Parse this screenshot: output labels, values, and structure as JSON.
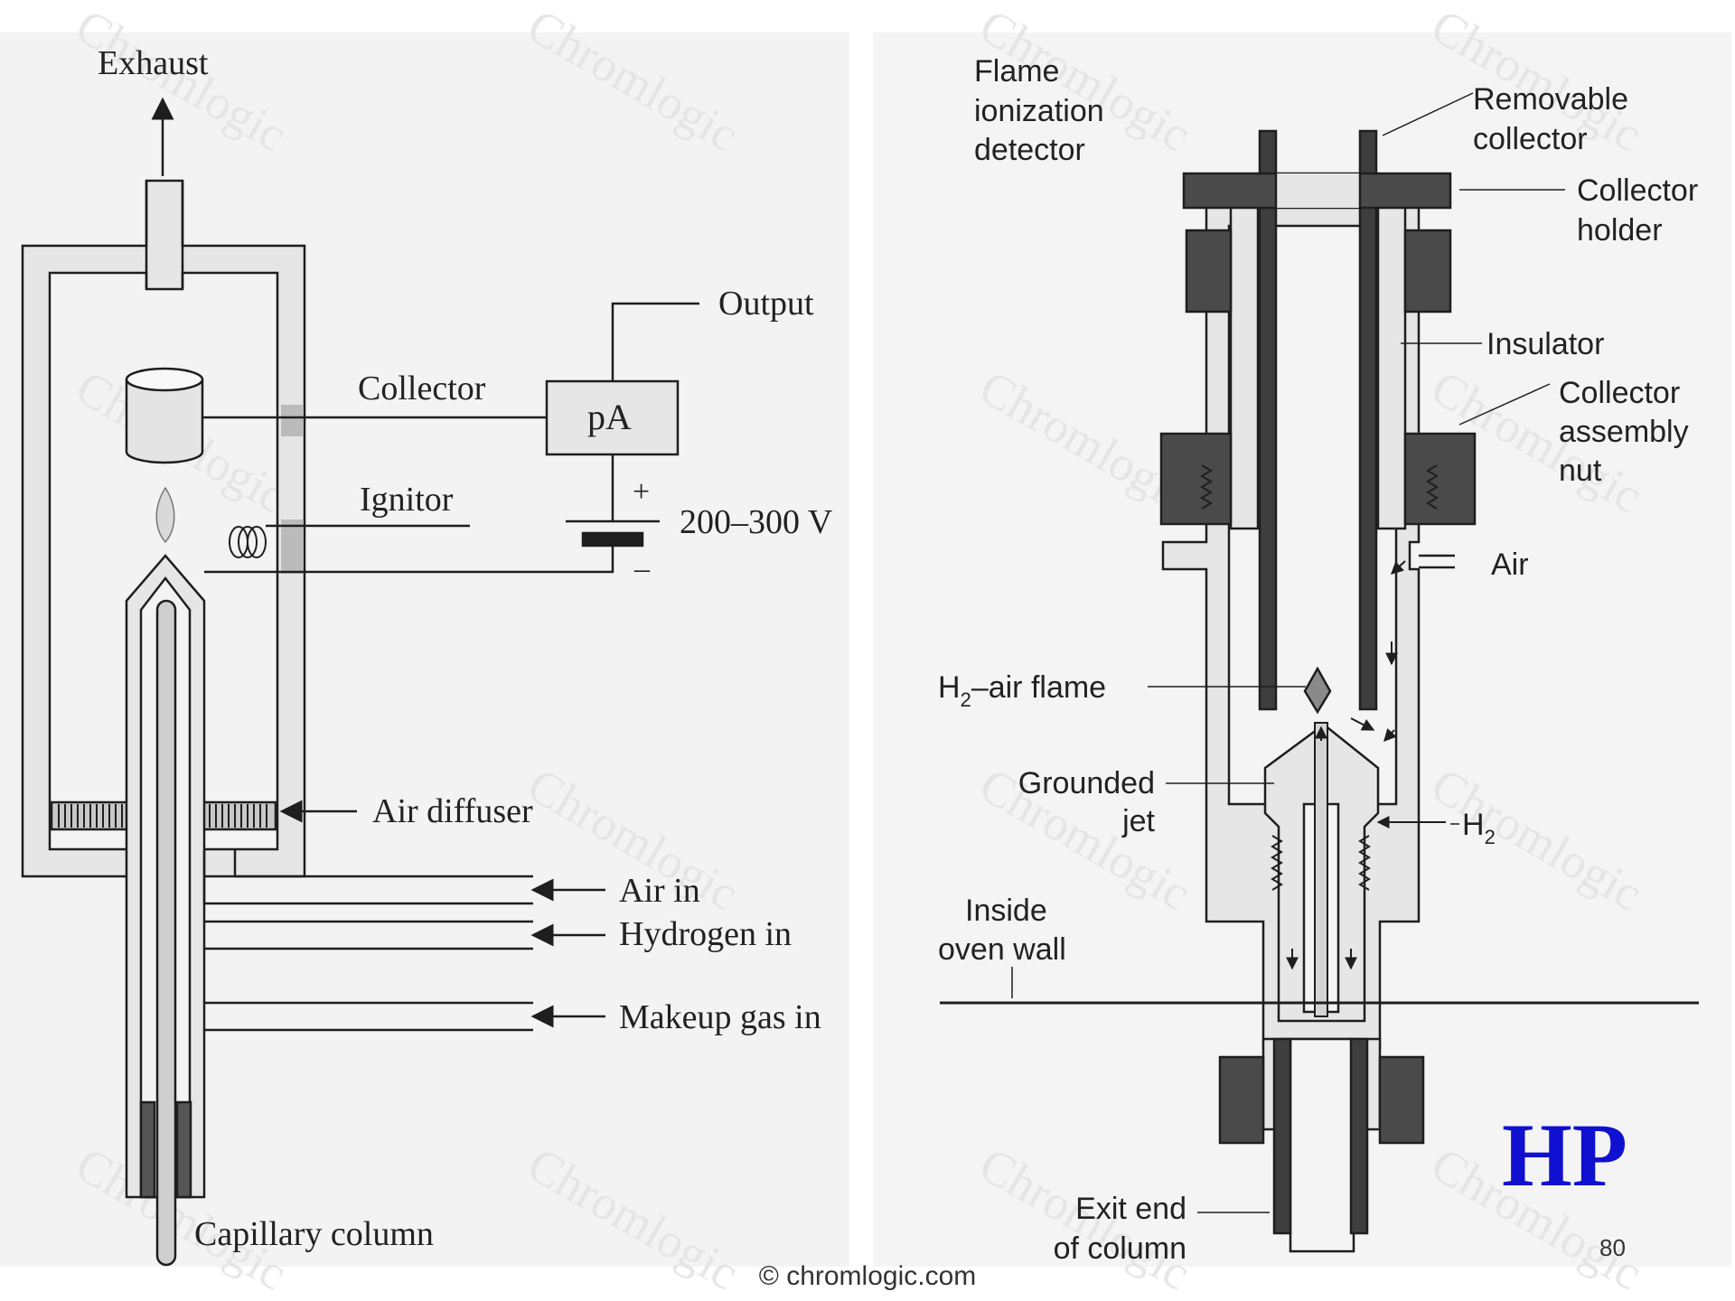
{
  "left_diagram": {
    "labels": {
      "exhaust": "Exhaust",
      "output": "Output",
      "collector": "Collector",
      "pa": "pA",
      "ignitor": "Ignitor",
      "plus": "+",
      "minus": "–",
      "voltage": "200–300 V",
      "air_diffuser": "Air diffuser",
      "air_in": "Air in",
      "hydrogen_in": "Hydrogen in",
      "makeup_gas_in": "Makeup gas in",
      "capillary_column": "Capillary column"
    }
  },
  "right_diagram": {
    "labels": {
      "fid_line1": "Flame",
      "fid_line2": "ionization",
      "fid_line3": "detector",
      "removable_collector_line1": "Removable",
      "removable_collector_line2": "collector",
      "collector_holder_line1": "Collector",
      "collector_holder_line2": "holder",
      "insulator": "Insulator",
      "assembly_nut_line1": "Collector",
      "assembly_nut_line2": "assembly",
      "assembly_nut_line3": "nut",
      "air": "Air",
      "flame_h": "H",
      "flame_sub": "2",
      "flame_rest": "–air flame",
      "grounded_line1": "Grounded",
      "grounded_line2": "jet",
      "h2_h": "H",
      "h2_sub": "2",
      "oven_line1": "Inside",
      "oven_line2": "oven wall",
      "exit_line1": "Exit end",
      "exit_line2": "of column"
    },
    "logo_text": "HP"
  },
  "watermark": "Chromlogic",
  "footer": {
    "copyright": "© chromlogic.com",
    "page_number": "80"
  },
  "colors": {
    "logo": "#1010d0",
    "light_fill": "#e6e6e6",
    "dark_fill": "#4a4a4a",
    "outline": "#1e1e1e"
  }
}
